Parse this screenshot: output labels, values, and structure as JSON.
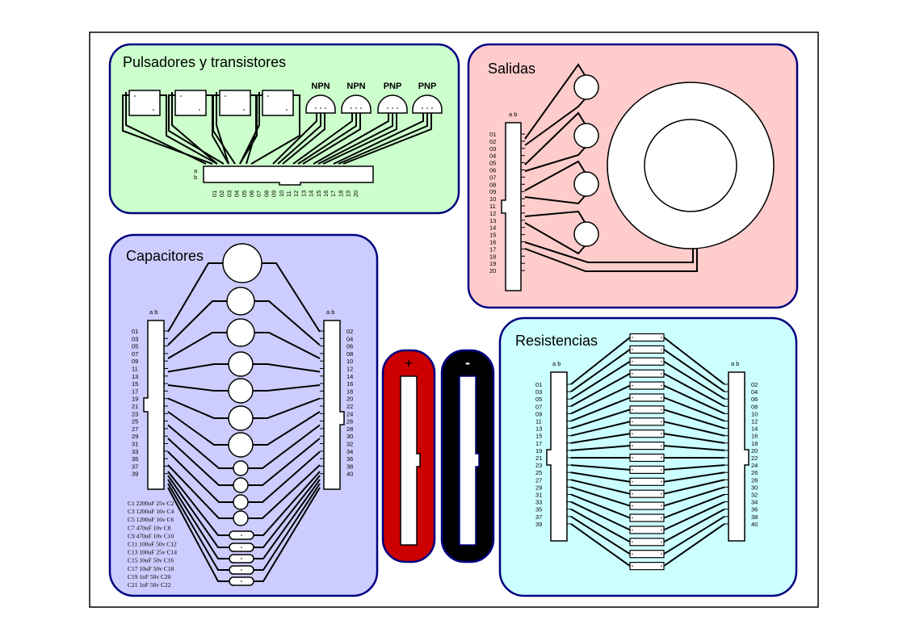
{
  "pulsadores": {
    "title": "Pulsadores y transistores",
    "types": [
      "NPN",
      "NPN",
      "PNP",
      "PNP"
    ],
    "row_ab": [
      "a",
      "b"
    ],
    "pins": [
      "01",
      "02",
      "03",
      "04",
      "05",
      "06",
      "07",
      "08",
      "09",
      "10",
      "11",
      "12",
      "13",
      "14",
      "15",
      "16",
      "17",
      "18",
      "19",
      "20"
    ]
  },
  "salidas": {
    "title": "Salidas",
    "ab": "a  b",
    "pins": [
      "01",
      "02",
      "03",
      "04",
      "05",
      "06",
      "07",
      "08",
      "09",
      "10",
      "11",
      "12",
      "13",
      "14",
      "15",
      "16",
      "17",
      "18",
      "19",
      "20"
    ]
  },
  "capacitores": {
    "title": "Capacitores",
    "ab": "a  b",
    "left_pins": [
      "01",
      "03",
      "05",
      "07",
      "09",
      "11",
      "13",
      "15",
      "17",
      "19",
      "21",
      "23",
      "25",
      "27",
      "29",
      "31",
      "33",
      "35",
      "37",
      "39"
    ],
    "right_pins": [
      "02",
      "04",
      "06",
      "08",
      "10",
      "12",
      "14",
      "16",
      "18",
      "20",
      "22",
      "24",
      "26",
      "28",
      "30",
      "32",
      "34",
      "36",
      "38",
      "40"
    ],
    "legend": [
      "C1 2200uF 25v C2",
      "C3 1200uF 16v C4",
      "C5 1200uF 16v C6",
      "C7 470uF 10v C8",
      "C9 470uF 10v C10",
      "C11 100uF 50v C12",
      "C13 100uF 25v C14",
      "C15 10uF 50v C16",
      "C17 10uF 50v C18",
      "C19 1nF 50v C20",
      "C21 1nF 50v C22"
    ]
  },
  "power": {
    "plus": "+",
    "minus": "-"
  },
  "resistencias": {
    "title": "Resistencias",
    "ab": "a  b",
    "left_pins": [
      "01",
      "03",
      "05",
      "07",
      "09",
      "11",
      "13",
      "15",
      "17",
      "19",
      "21",
      "23",
      "25",
      "27",
      "29",
      "31",
      "33",
      "35",
      "37",
      "39"
    ],
    "right_pins": [
      "02",
      "04",
      "06",
      "08",
      "10",
      "12",
      "14",
      "16",
      "18",
      "20",
      "22",
      "24",
      "26",
      "28",
      "30",
      "32",
      "34",
      "36",
      "38",
      "40"
    ]
  },
  "colors": {
    "green": "#ccffcc",
    "red": "#ffcccc",
    "blue": "#ccccff",
    "cyan": "#ccffff",
    "border": "#000080",
    "plus_fill": "#cc0000",
    "minus_fill": "#000000"
  }
}
